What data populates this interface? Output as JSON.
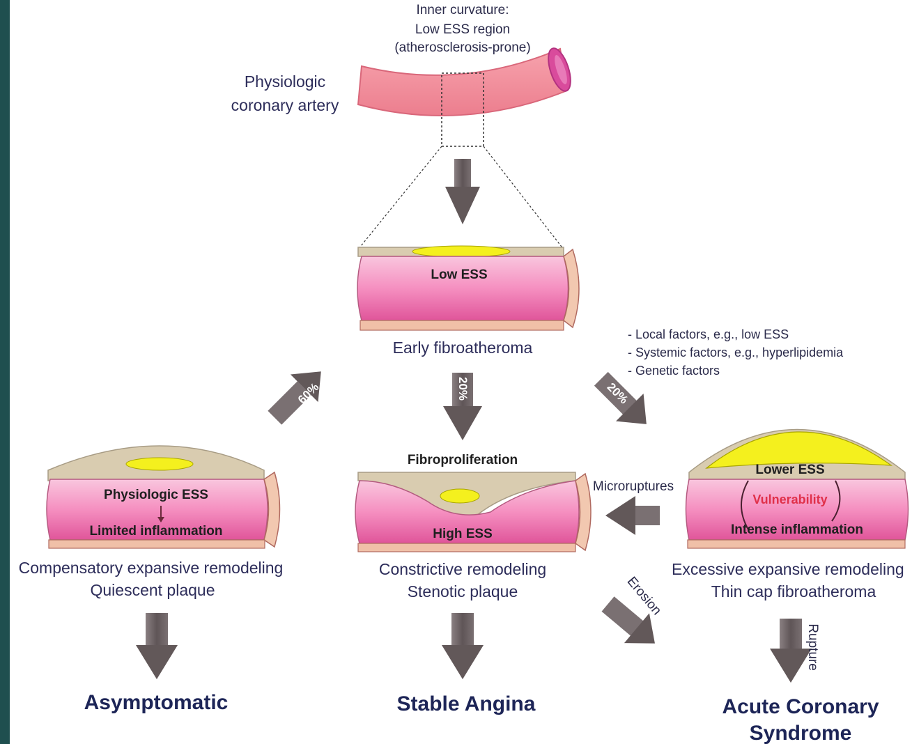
{
  "top": {
    "curvature_line1": "Inner curvature:",
    "curvature_line2": "Low ESS region",
    "curvature_line3": "(atherosclerosis-prone)",
    "artery_label_line1": "Physiologic",
    "artery_label_line2": "coronary artery"
  },
  "early": {
    "inner_label": "Low ESS",
    "caption": "Early fibroatheroma"
  },
  "factors": [
    "- Local factors, e.g., low ESS",
    "- Systemic factors, e.g., hyperlipidemia",
    "- Genetic factors"
  ],
  "percentages": {
    "left": "60%",
    "center": "20%",
    "right": "20%"
  },
  "left_branch": {
    "inner_top": "Physiologic ESS",
    "inner_bottom": "Limited inflammation",
    "caption_line1": "Compensatory expansive remodeling",
    "caption_line2": "Quiescent plaque",
    "outcome": "Asymptomatic"
  },
  "center_branch": {
    "top_label": "Fibroproliferation",
    "inner_bottom": "High ESS",
    "caption_line1": "Constrictive remodeling",
    "caption_line2": "Stenotic plaque",
    "outcome": "Stable Angina"
  },
  "right_branch": {
    "inner_top": "Lower ESS",
    "inner_middle": "Vulnerability",
    "inner_bottom": "Intense inflammation",
    "caption_line1": "Excessive expansive remodeling",
    "caption_line2": "Thin cap fibroatheroma",
    "outcome_line1": "Acute Coronary",
    "outcome_line2": "Syndrome"
  },
  "arrow_labels": {
    "microruptures": "Microruptures",
    "erosion": "Erosion",
    "rupture": "Rupture"
  },
  "colors": {
    "lumen_pink": "#f07fb4",
    "wall_tan": "#d9ccb0",
    "lipid_yellow": "#f4f01e",
    "arrow_gray": "#6b6163",
    "outcome_navy": "#1d2557"
  }
}
